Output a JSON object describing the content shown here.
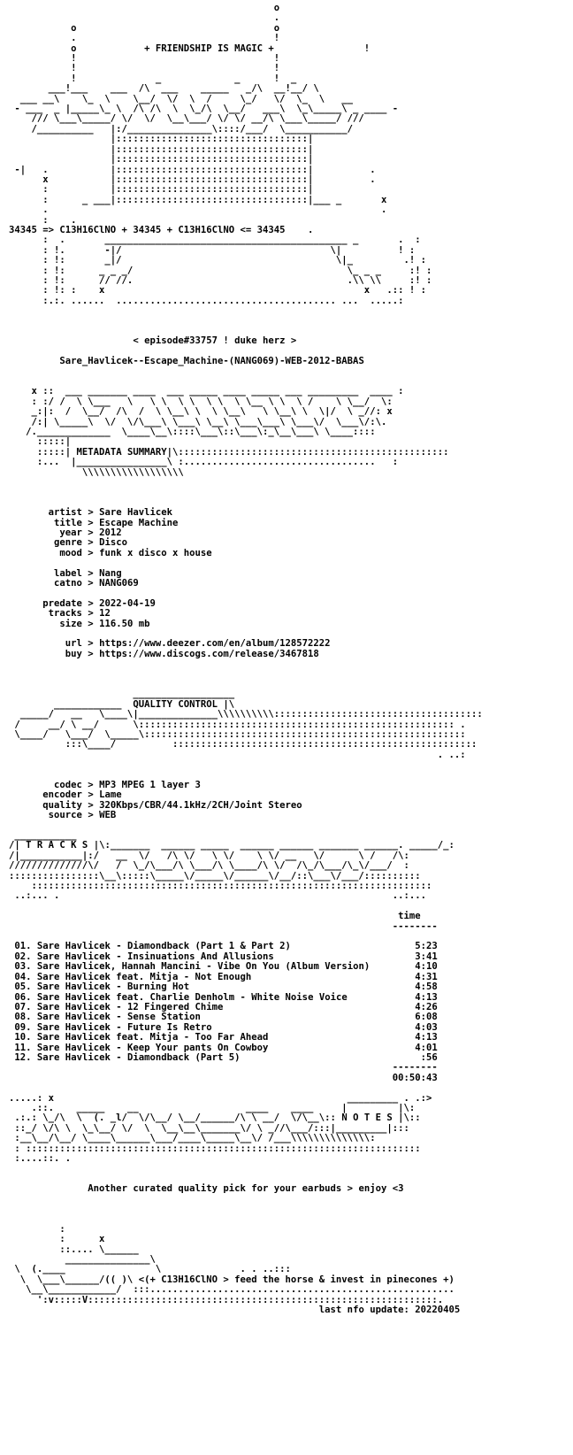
{
  "art": {
    "header_top": "                                               o\n                                               .\n           o                                   o\n           .                                   !\n           o            + FRIENDSHIP IS MAGIC +                !\n           !                                   !\n           !                                   !\n           !              _             _      !  _\n       ___!___    ___  /\\  ___    _____   _/\\  __!__/ \\\n  ___ __\\    \\_  \\    \\__/  \\/  \\  /     \\_/   \\/  \\_  \\   __\n - ___  _ |_____\\_ \\  /\\ /\\  \\  \\_/\\  \\__/   ___\\  \\_\\_____\\ _ ____ -\n    /// \\___\\_____/ \\/  \\/  \\__\\___/ \\/ \\/ __/\\ \\___\\_____/ ///\n    /__________   |:/_______________\\::::/___/  \\___________/\n                  |::::::::::::::::::::::::::::::::::|\n                  |::::::::::::::::::::::::::::::::::|\n                  |::::::::::::::::::::::::::::::::::|\n -|   .           |::::::::::::::::::::::::::::::::::|          .\n      x           |::::::::::::::::::::::::::::::::::|          .\n      :           |::::::::::::::::::::::::::::::::::|\n      :      _ ___|::::::::::::::::::::::::::::::::::|___ _       x\n      .                                                           .\n      :    .    ",
    "header_mid": "    .",
    "header_bottom": "      :  .       ___________________________________________ _       .  :\n      : !.       -|/                                     \\|          ! :\n      : !:       _|/                                      \\|_         .! :\n      : !:      _ _ _/                                      \\_ _ _     :! :\n      : !:      // //.                                      .\\\\ \\\\     :! :\n      : !: :    x                                              x   .:: ! :\n      :.:. ......  ....................................... ...  .....:",
    "logo_metadata": "    x ::  ___ _______ ____  ___ _____ ____ _____ ___ _________  ____ :\n    : :/ /  \\ \\___   \\   \\ \\  \\ \\  \\ \\  \\ \\__ \\ \\  \\ /    \\ \\__/  \\:\n    _:|:  /  \\__/  /\\  /  \\ \\__\\ \\  \\ \\__\\   \\ \\__\\ \\  \\|/  \\ _//: x\n    /:| \\_____\\  \\/  \\/\\___\\ \\___\\ \\__\\ \\___\\___\\ \\___\\/  \\___\\/:\\.\n   /._____________  \\____\\__\\::::\\___\\::\\___\\:_\\__\\___\\ \\____::::\n     :::::|",
    "logo_metadata_tail": "|\\::::::::::::::::::::::::::::::::::::::::::::::::\n     :...  |________________\\ :..................................   :\n             \\\\\\\\\\\\\\\\\\\\\\\\\\\\\\\\\\\\",
    "logo_quality_head": "                      __________________\n        ____________  ",
    "logo_quality_tail": " |\\\n  _____/   __   \\____\\|______________\\\\\\\\\\\\\\\\\\\\:::::::::::::::::::::::::::::::::::::\n /     __/ \\ __/      \\:::::::::::::::::::::::::::::::::::::::::::::::::::::::: .\n \\____/   \\___/  \\_____\\:::::::::::::::::::::::::::::::::::::::::::::::::::::::::\n          :::\\____/          ::::::::::::::::::::::::::::::::::::::::::::::::::::::\n                                                                            . ..:",
    "logo_tracks_head": " ___________\n/| ",
    "logo_tracks_tail": " |\\:_______  ______ _____  ______ ______ _______ ______. _____/_:\n/|___________|:/   __  \\/   /\\ \\/   \\ \\/    \\ \\/ __   \\/      \\ /   /\\:\n//////////////\\/   /  \\_/\\___/\\ \\___/\\ \\____/\\ \\/  /\\_/\\___/\\_\\/___/  :\n::::::::::::::::\\__\\:::::\\_____\\/_____\\/______\\/__/::\\___\\/___/::::::::::\n    :::::::::::::::::::::::::::::::::::::::::::::::::::::::::::::::::::::::\n ..:... .                                                           ..:...",
    "logo_notes_head": ".....: x                                                    _________ . .:> \n    .::.    _____    __                   ____    ____     |         |\\:\n .:.: \\_/\\  \\  (. _l/  \\/\\__/ \\__/______/\\ \\ __/  \\/\\__\\:: ",
    "logo_notes_tail": " |\\::\n ::_/ \\/\\ \\  \\_\\__/ \\/  \\  \\__\\__\\_______\\/ \\ _//\\___/:::|_________|:::\n :__\\__/\\__/ \\____\\______\\___/____\\_____\\__\\/ /___\\\\\\\\\\\\\\\\\\\\\\\\\\\\:\n : ::::::::::::::::::::::::::::::::::::::::::::::::::::::::::::::::::::::\n :....::. .",
    "footer_head": "         :\n         :      x\n         ::.... \\______\n          _______________\\\n \\  (.____                \\              . . ..:::\n  \\  \\___\\______/(( )\\ ",
    "footer_tail": "\n   \\__\\____________/  :::......................................................\n     ':v:::::V::::::::::::::::::::::::::::::::::::::::::::::::::::::::::::::."
  },
  "header": {
    "formula": "34345 => C13H16ClNO + 34345 + C13H16ClNO <= 34345"
  },
  "release": {
    "episode": "< episode#33757 ! duke herz >",
    "name": "Sare_Havlicek--Escape_Machine-(NANG069)-WEB-2012-BABAS"
  },
  "sections": {
    "metadata": "METADATA SUMMARY",
    "quality": "QUALITY CONTROL",
    "tracks": "T R A C K S",
    "notes": "N O T E S"
  },
  "metadata": [
    {
      "key": "artist",
      "value": "Sare Havlicek"
    },
    {
      "key": "title",
      "value": "Escape Machine"
    },
    {
      "key": "year",
      "value": "2012"
    },
    {
      "key": "genre",
      "value": "Disco"
    },
    {
      "key": "mood",
      "value": "funk x disco x house"
    },
    {
      "key": "label",
      "value": "Nang"
    },
    {
      "key": "catno",
      "value": "NANG069"
    },
    {
      "key": "predate",
      "value": "2022-04-19"
    },
    {
      "key": "tracks",
      "value": "12"
    },
    {
      "key": "size",
      "value": "116.50 mb"
    },
    {
      "key": "url",
      "value": "https://www.deezer.com/en/album/128572222"
    },
    {
      "key": "buy",
      "value": "https://www.discogs.com/release/3467818"
    }
  ],
  "quality": [
    {
      "key": "codec",
      "value": "MP3 MPEG 1 layer 3"
    },
    {
      "key": "encoder",
      "value": "Lame"
    },
    {
      "key": "quality",
      "value": "320Kbps/CBR/44.1kHz/2CH/Joint Stereo"
    },
    {
      "key": "source",
      "value": "WEB"
    }
  ],
  "tracklist": {
    "time_header": "time",
    "items": [
      {
        "no": "01.",
        "title": "Sare Havlicek - Diamondback (Part 1 & Part 2)",
        "time": "5:23"
      },
      {
        "no": "02.",
        "title": "Sare Havlicek - Insinuations And Allusions",
        "time": "3:41"
      },
      {
        "no": "03.",
        "title": "Sare Havlicek, Hannah Mancini - Vibe On You (Album Version)",
        "time": "4:10"
      },
      {
        "no": "04.",
        "title": "Sare Havlicek feat. Mitja - Not Enough",
        "time": "4:31"
      },
      {
        "no": "05.",
        "title": "Sare Havlicek - Burning Hot",
        "time": "4:58"
      },
      {
        "no": "06.",
        "title": "Sare Havlicek feat. Charlie Denholm - White Noise Voice",
        "time": "4:13"
      },
      {
        "no": "07.",
        "title": "Sare Havlicek - 12 Fingered Chime",
        "time": "4:26"
      },
      {
        "no": "08.",
        "title": "Sare Havlicek - Sense Station",
        "time": "6:08"
      },
      {
        "no": "09.",
        "title": "Sare Havlicek - Future Is Retro",
        "time": "4:03"
      },
      {
        "no": "10.",
        "title": "Sare Havlicek feat. Mitja - Too Far Ahead",
        "time": "4:13"
      },
      {
        "no": "11.",
        "title": "Sare Havlicek - Keep Your pants On Cowboy",
        "time": "4:01"
      },
      {
        "no": "12.",
        "title": "Sare Havlicek - Diamondback (Part 5)",
        "time": ":56"
      }
    ],
    "total": "00:50:43"
  },
  "notes": {
    "text": "Another curated quality pick for your earbuds > enjoy <3"
  },
  "footer": {
    "slogan": "<(+ C13H16ClNO > feed the horse & invest in pinecones +)",
    "last_update": "last nfo update: 20220405"
  }
}
